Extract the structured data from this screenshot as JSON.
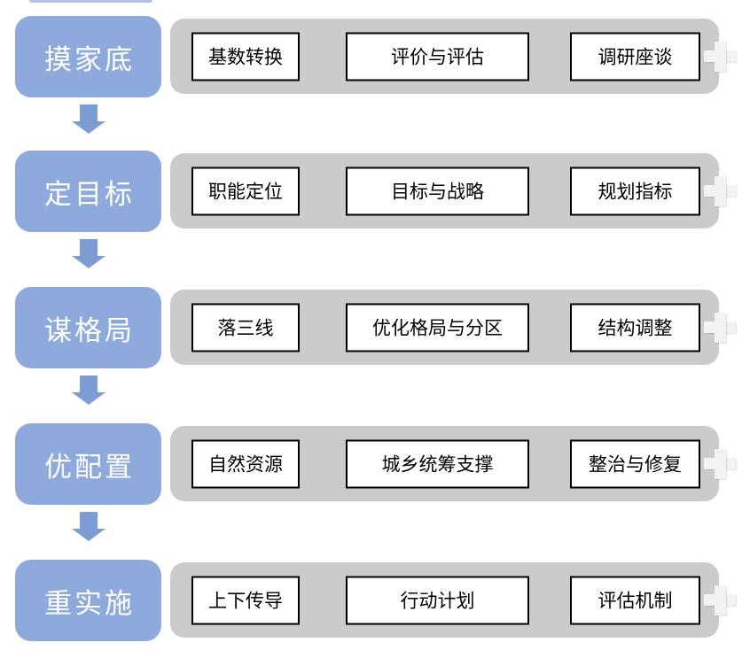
{
  "diagram": {
    "rows": [
      {
        "stage": "摸家底",
        "items": [
          "基数转换",
          "评价与评估",
          "调研座谈"
        ]
      },
      {
        "stage": "定目标",
        "items": [
          "职能定位",
          "目标与战略",
          "规划指标"
        ]
      },
      {
        "stage": "谋格局",
        "items": [
          "落三线",
          "优化格局与分区",
          "结构调整"
        ]
      },
      {
        "stage": "优配置",
        "items": [
          "自然资源",
          "城乡统筹支撑",
          "整治与修复"
        ]
      },
      {
        "stage": "重实施",
        "items": [
          "上下传导",
          "行动计划",
          "评估机制"
        ]
      }
    ],
    "connector_icon": "plus",
    "flow_icon": "down-arrow"
  },
  "colors": {
    "stage_fill": "#8EA9DB",
    "stage_text": "#FFFFFF",
    "arrow_fill": "#7E9CD4",
    "track_fill": "#CBCBCB",
    "item_fill": "#FFFFFF",
    "item_border": "#000000",
    "item_text": "#000000",
    "plus_color": "#F2F2F2",
    "background": "#FFFFFF"
  }
}
